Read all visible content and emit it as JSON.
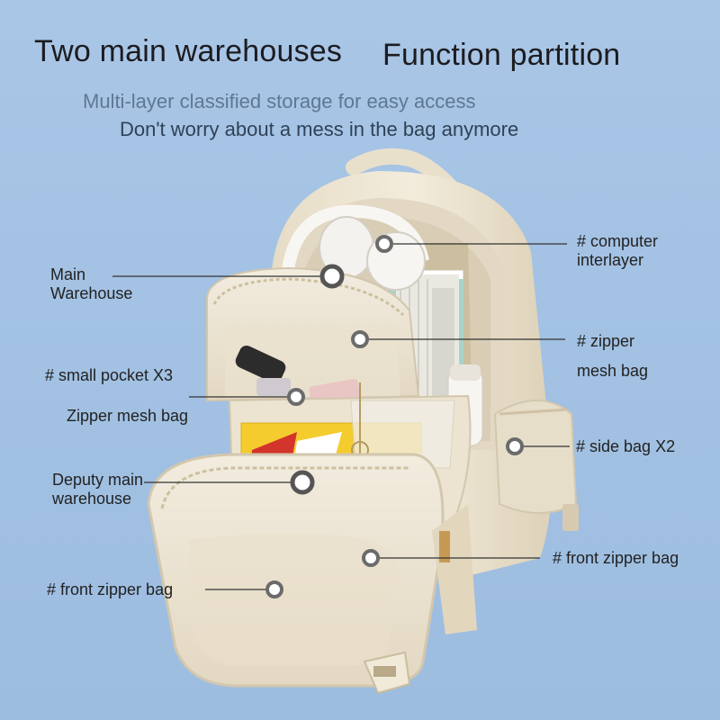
{
  "header": {
    "title_left": "Two main warehouses",
    "title_right": "Function partition",
    "subtitle_1": "Multi-layer classified storage for easy access",
    "subtitle_2": "Don't worry about a mess in the bag anymore"
  },
  "callouts": {
    "computer_interlayer_1": "# computer",
    "computer_interlayer_2": "interlayer",
    "main_warehouse_1": "Main",
    "main_warehouse_2": "Warehouse",
    "zipper_mesh_1": "# zipper",
    "zipper_mesh_2": "mesh bag",
    "small_pocket": "# small pocket X3",
    "zipper_mesh_bag": "Zipper mesh bag",
    "side_bag": "# side bag X2",
    "deputy_1": "Deputy main",
    "deputy_2": "warehouse",
    "front_zipper_right": "# front zipper bag",
    "front_zipper_left": "# front zipper bag"
  },
  "colors": {
    "background": "#a2c1e3",
    "bag_body": "#efe8d8",
    "bag_shadow": "#d8ccb4",
    "headline": "#1c1c20",
    "subtitle_muted": "#5d7893",
    "subtitle_dark": "#2f4256",
    "callout_line": "#333333",
    "accent_yellow": "#f4cc2e",
    "accent_red": "#d3342c"
  }
}
